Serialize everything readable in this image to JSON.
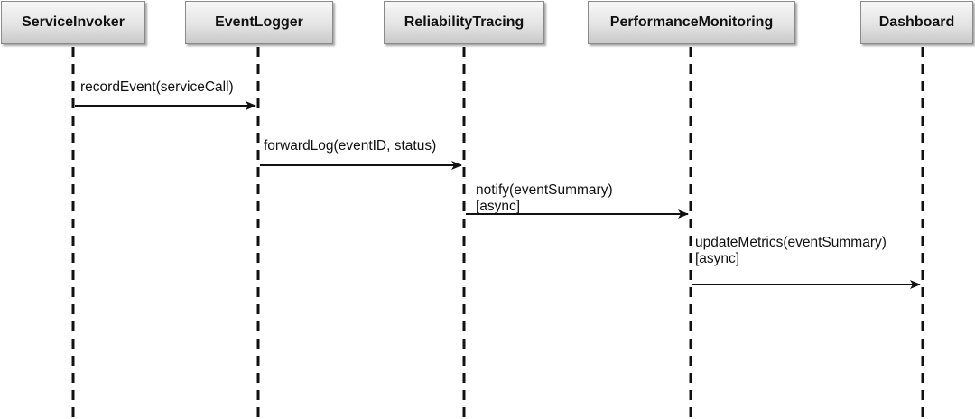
{
  "participants": [
    {
      "id": "service-invoker",
      "label": "ServiceInvoker"
    },
    {
      "id": "event-logger",
      "label": "EventLogger"
    },
    {
      "id": "reliability-tracing",
      "label": "ReliabilityTracing"
    },
    {
      "id": "performance-monitoring",
      "label": "PerformanceMonitoring"
    },
    {
      "id": "dashboard",
      "label": "Dashboard"
    }
  ],
  "messages": [
    {
      "from": 0,
      "to": 1,
      "line1": "recordEvent(serviceCall)",
      "line2": ""
    },
    {
      "from": 1,
      "to": 2,
      "line1": "forwardLog(eventID, status)",
      "line2": ""
    },
    {
      "from": 2,
      "to": 3,
      "line1": "notify(eventSummary)",
      "line2": "[async]"
    },
    {
      "from": 3,
      "to": 4,
      "line1": "updateMetrics(eventSummary)",
      "line2": "[async]"
    }
  ],
  "colors": {
    "line": "#111111",
    "box_border": "#8a8a8a"
  }
}
